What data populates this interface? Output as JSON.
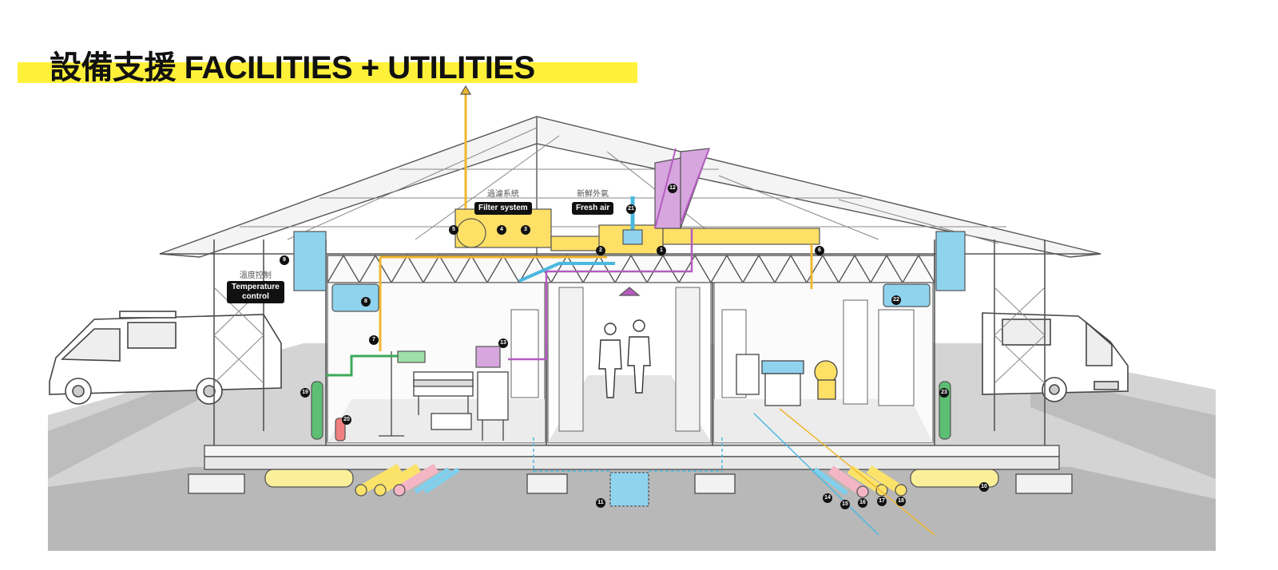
{
  "title": {
    "zh": "設備支援",
    "en": "FACILITIES + UTILITIES"
  },
  "labels": {
    "filter": {
      "zh": "過濾系統",
      "en": "Filter system"
    },
    "fresh": {
      "zh": "新鮮外氣",
      "en": "Fresh air"
    },
    "temp": {
      "zh": "溫度控制",
      "en_line1": "Temperature",
      "en_line2": "control"
    }
  },
  "markers": [
    "1",
    "2",
    "3",
    "4",
    "5",
    "6",
    "7",
    "8",
    "9",
    "10",
    "11",
    "12",
    "13",
    "14",
    "15",
    "16",
    "17",
    "18",
    "19",
    "20",
    "21",
    "22",
    "23"
  ],
  "colors": {
    "accent_yellow": "#fff13a",
    "duct_yellow": "#ffd84a",
    "duct_blue": "#7fd0ee",
    "duct_purple": "#b45cc0",
    "duct_pink": "#f4b6c4",
    "duct_green": "#3daa5a",
    "ground": "#cfcfcf",
    "line": "#4a4a4a"
  }
}
